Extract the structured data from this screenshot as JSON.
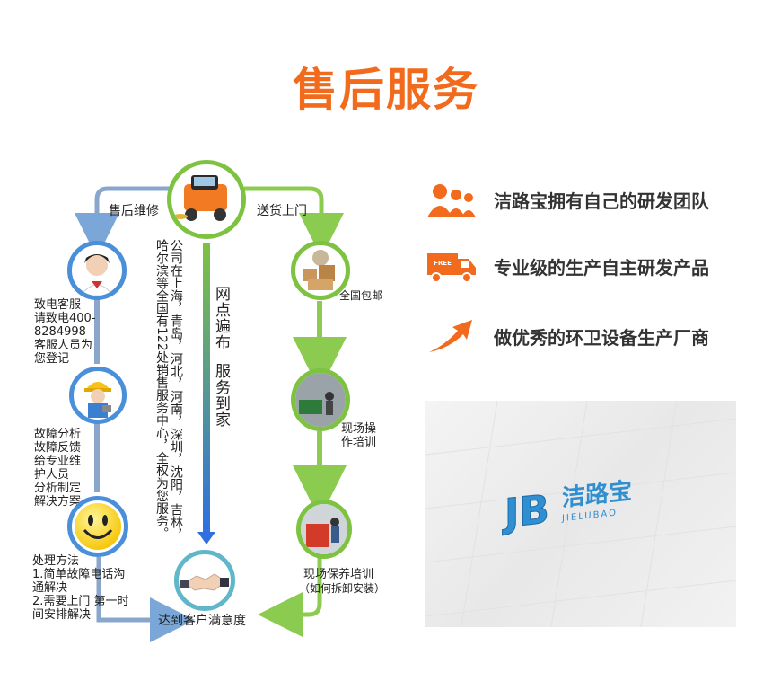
{
  "title": "售后服务",
  "flow": {
    "left_branch_label": "售后维修",
    "right_branch_label": "送货上门",
    "step_call_text": "致电客服\n请致电400-\n8284998\n客服人员为\n您登记",
    "step_fault_text": "故障分析\n故障反馈\n给专业维\n护人员\n分析制定\n解决方案",
    "step_handle_text": "处理方法\n1.简单故障电话沟\n通解决\n2.需要上门 第一时\n间安排解决",
    "center_vertical_text": "公司在上海，青岛，河北，河南，深圳，沈阳，吉林，哈尔滨等全国有122处销售服务中心，全权为您服务。",
    "center_slogan_1": "网点遍布",
    "center_slogan_2": "服务到家",
    "step_ship_text": "全国包邮",
    "step_train_text": "现场操\n作培训",
    "step_maint_text": "现场保养培训",
    "step_maint_sub": "（如何拆卸安装）",
    "bottom_text": "达到客户满意度"
  },
  "features": [
    {
      "icon": "team-icon",
      "text": "洁路宝拥有自己的研发团队"
    },
    {
      "icon": "free-shipping-truck-icon",
      "text": "专业级的生产自主研发产品"
    },
    {
      "icon": "arrow-up-icon",
      "text": "做优秀的环卫设备生产厂商"
    }
  ],
  "brand": {
    "logo_letters": "JB",
    "logo_cn": "洁路宝",
    "logo_en": "JIELUBAO"
  },
  "colors": {
    "accent": "#f26b1d",
    "blue": "#4a8fd9",
    "green": "#7ec242"
  }
}
